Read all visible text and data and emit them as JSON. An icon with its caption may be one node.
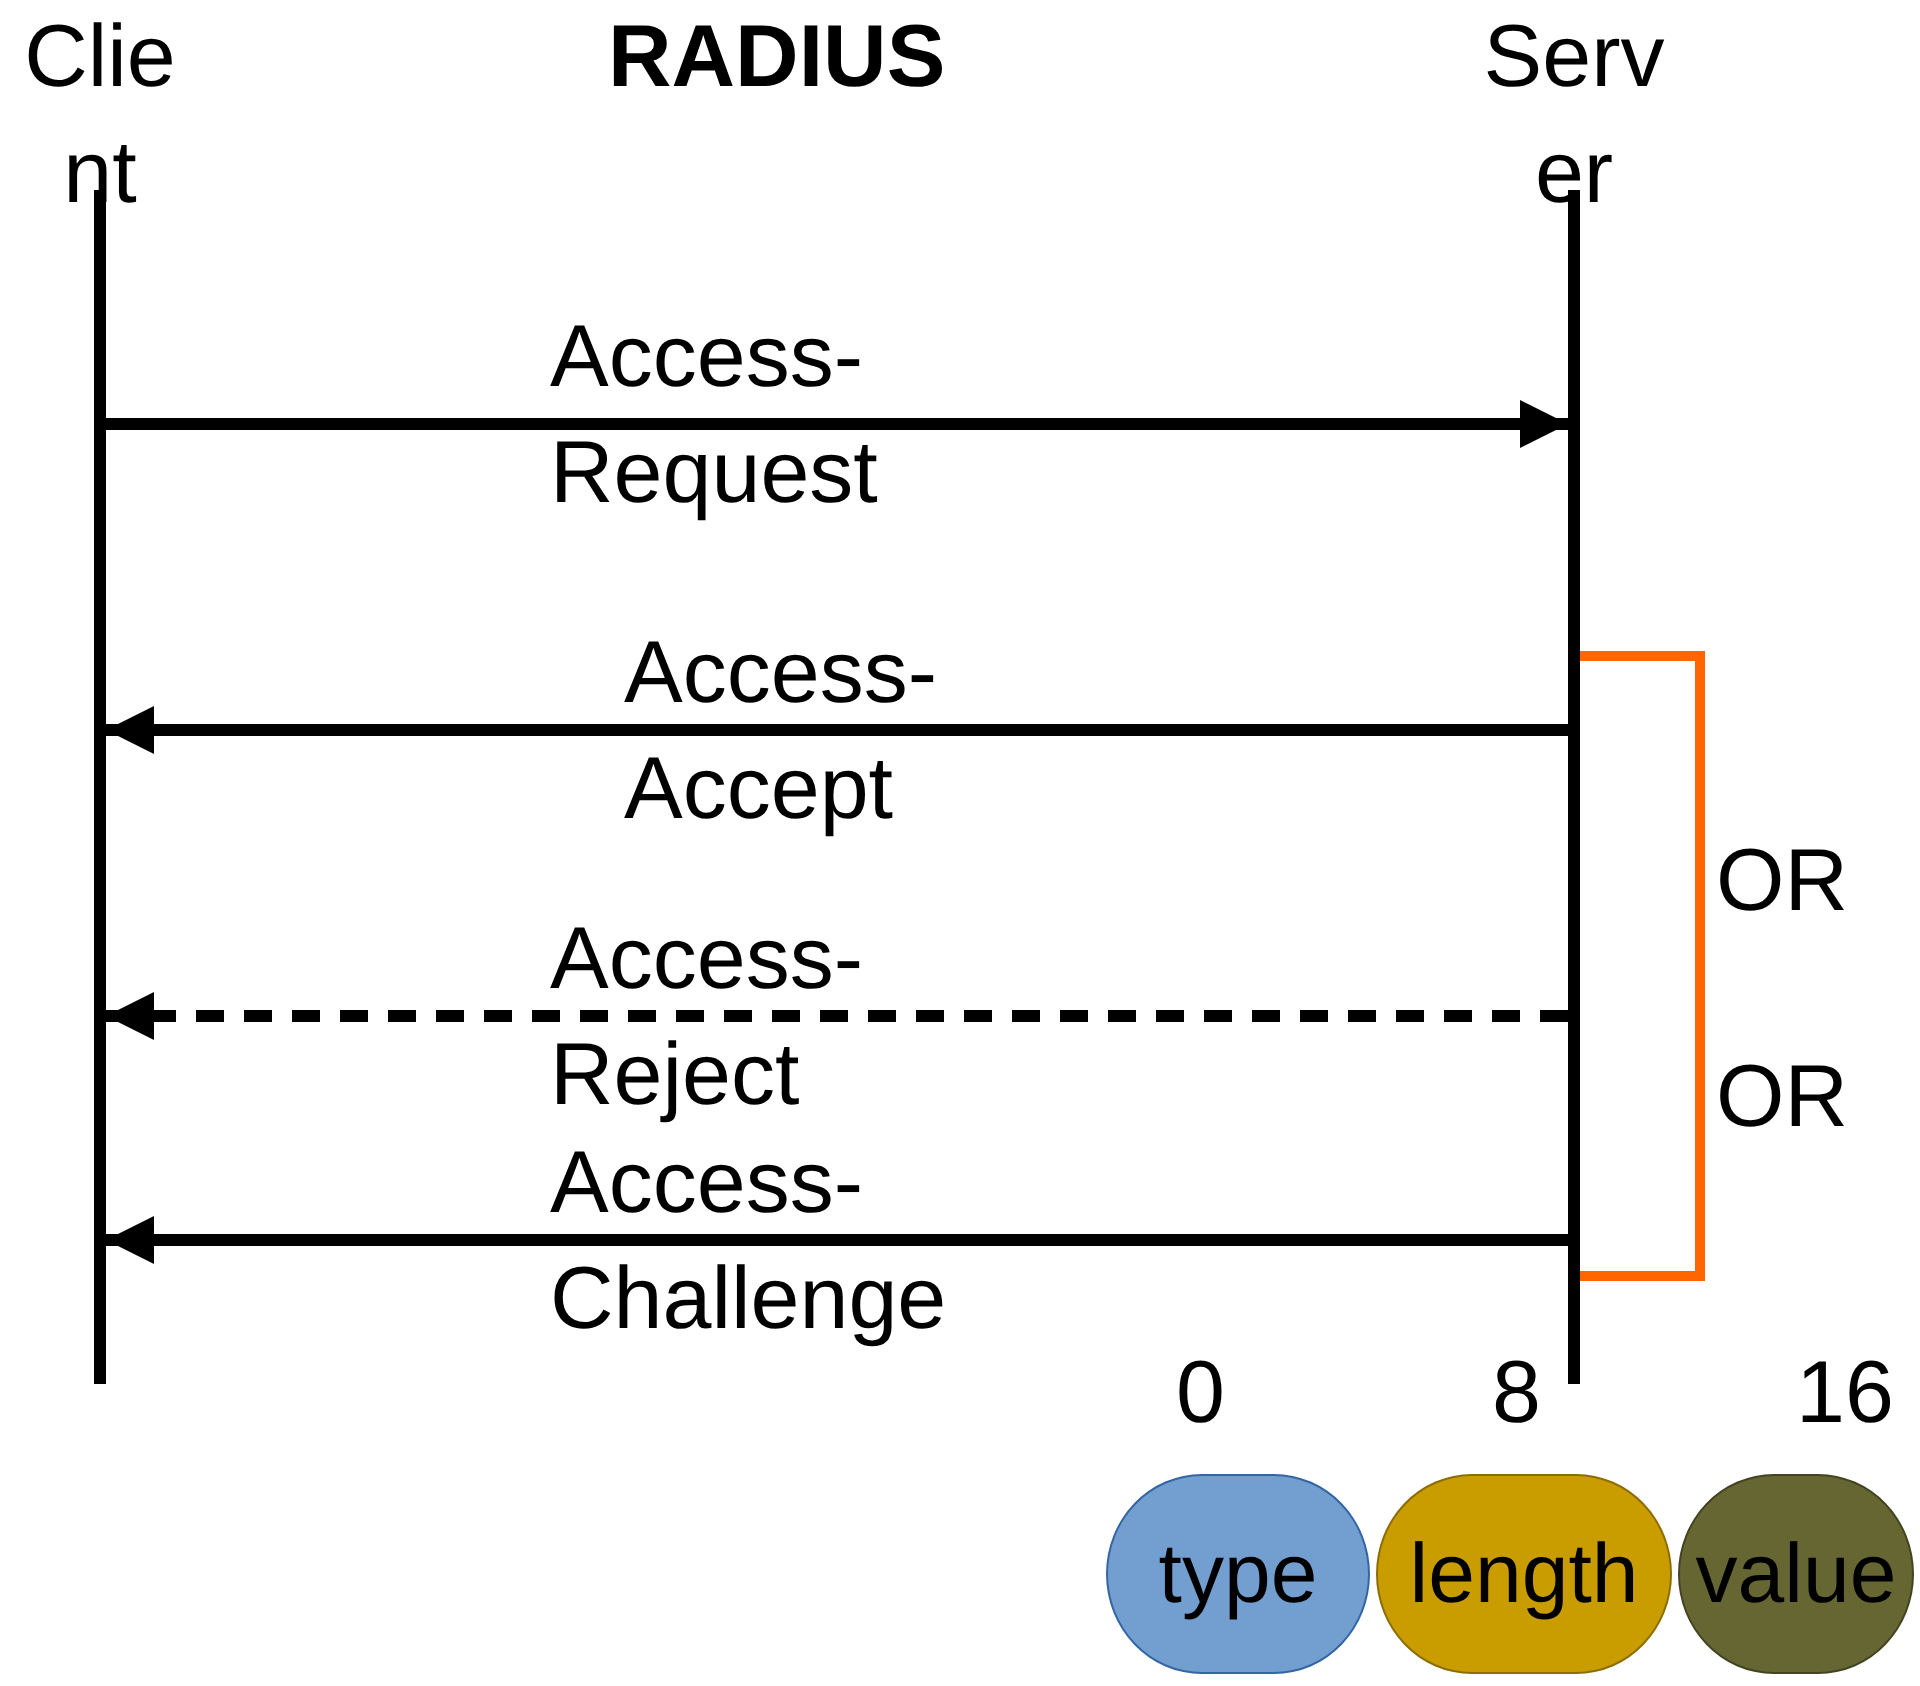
{
  "diagram": {
    "title": "RADIUS",
    "nodes": [
      {
        "text": [
          "Client"
        ]
      },
      {
        "text": [
          "Server"
        ]
      },
      {
        "text": [
          "type"
        ]
      },
      {
        "text": [
          "length"
        ]
      },
      {
        "text": [
          "value"
        ]
      }
    ],
    "edges": [
      {
        "from": 0,
        "to": 1,
        "arrow": "to",
        "label": "Access-Request"
      },
      {
        "from": 1,
        "to": 0,
        "arrow": "to",
        "label": "Access-Accept"
      },
      {
        "from": 1,
        "to": 0,
        "arrow": "to",
        "label": "Access-Reject",
        "style": "dashed"
      },
      {
        "from": 1,
        "to": 0,
        "arrow": "to",
        "label": "Access-Challenge"
      }
    ],
    "labels": [
      "OR",
      "OR",
      "0",
      "8",
      "16"
    ]
  }
}
